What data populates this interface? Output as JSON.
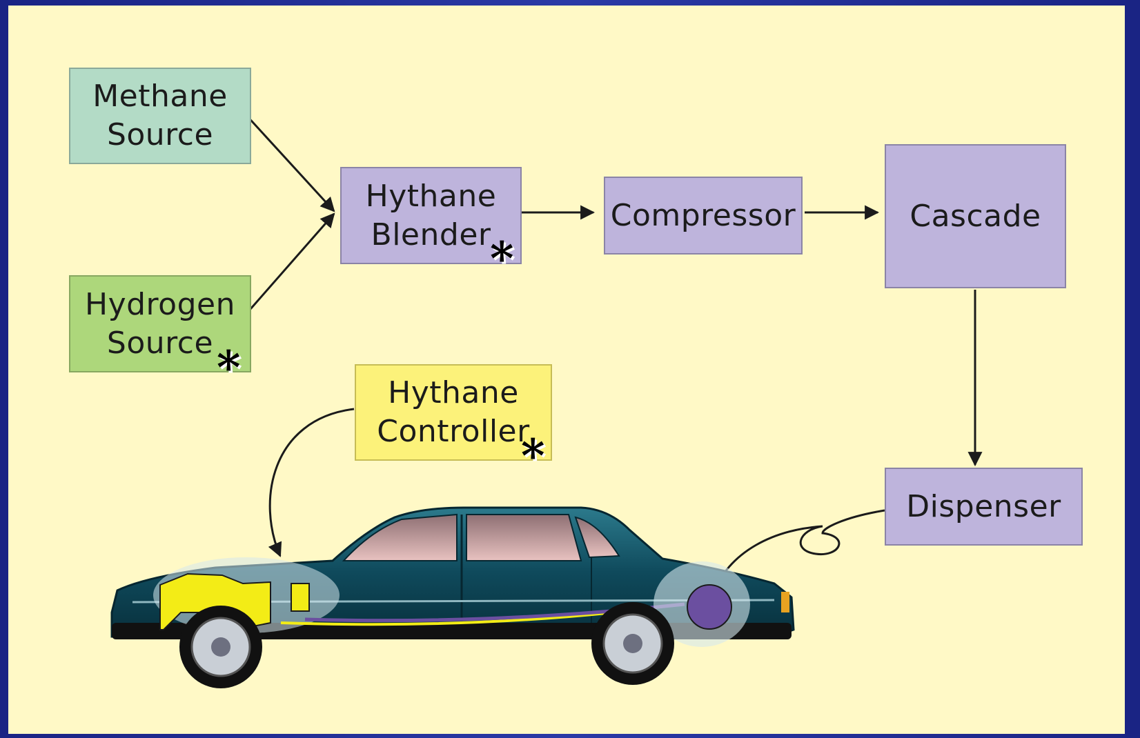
{
  "nodes": {
    "methane_source": "Methane\nSource",
    "hydrogen_source": "Hydrogen\nSource",
    "hythane_blender": "Hythane\nBlender",
    "compressor": "Compressor",
    "cascade": "Cascade",
    "dispenser": "Dispenser",
    "hythane_controller": "Hythane\nController"
  },
  "marker": "*",
  "colors": {
    "panel": "#fff9c6",
    "border_frame": "#1d2a8c",
    "methane_box": "#b3dbc6",
    "hydrogen_box": "#add77b",
    "process_box": "#beb4dc",
    "controller_box": "#fcf27a",
    "car_body": "#0f4a5c",
    "fuel_line": "#6b4fa0"
  }
}
